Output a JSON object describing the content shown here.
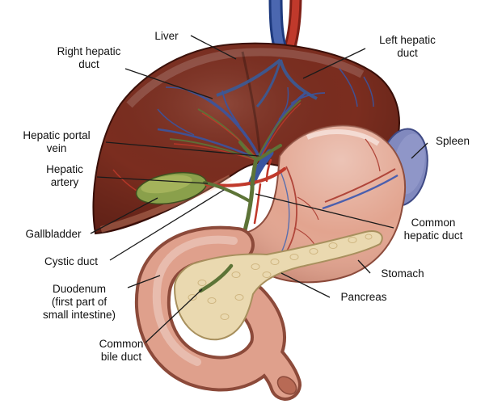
{
  "diagram": {
    "labels": {
      "liver": "Liver",
      "right_hepatic_duct": "Right hepatic\nduct",
      "left_hepatic_duct": "Left hepatic\nduct",
      "hepatic_portal_vein": "Hepatic portal\nvein",
      "hepatic_artery": "Hepatic\nartery",
      "gallbladder": "Gallbladder",
      "cystic_duct": "Cystic duct",
      "duodenum": "Duodenum\n(first part of\nsmall intestine)",
      "common_bile_duct": "Common\nbile duct",
      "spleen": "Spleen",
      "common_hepatic_duct": "Common\nhepatic duct",
      "stomach": "Stomach",
      "pancreas": "Pancreas"
    },
    "colors": {
      "background": "#ffffff",
      "liver": "#7b2d1f",
      "stomach": "#e2a48f",
      "spleen": "#8189be",
      "pancreas": "#ead9b0",
      "gallbladder": "#8aa04b",
      "duodenum": "#dfa08c",
      "artery": "#c0392b",
      "vein": "#3a55a0",
      "duct": "#5d7437",
      "leader_line": "#1a1a1a",
      "label_text": "#111111"
    }
  }
}
